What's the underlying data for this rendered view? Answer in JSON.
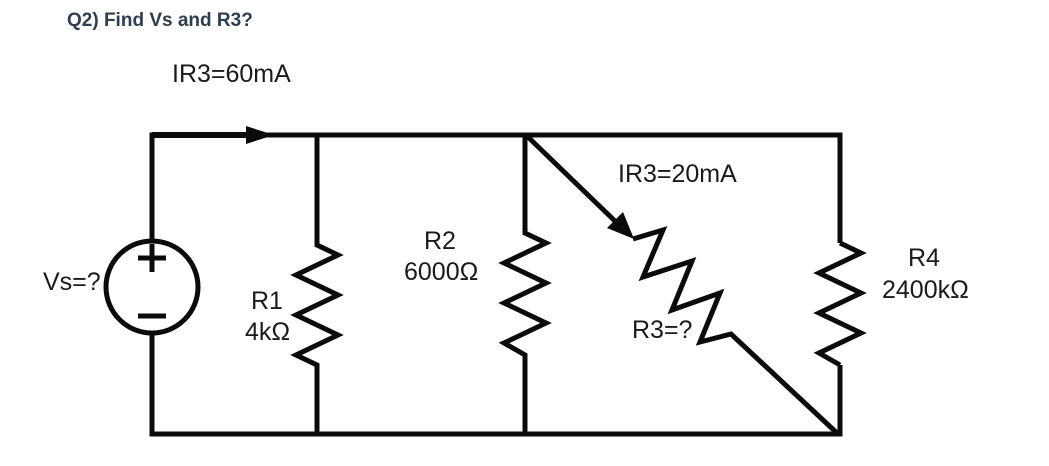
{
  "question": {
    "title": "Q2) Find Vs and R3?"
  },
  "circuit": {
    "annotations": {
      "source_current": "IR3=60mA",
      "r3_current": "IR3=20mA"
    },
    "voltage_source": {
      "label": "Vs=?",
      "polarity_top": "+",
      "polarity_bottom": "−"
    },
    "resistors": {
      "r1": {
        "name": "R1",
        "value": "4kΩ"
      },
      "r2": {
        "name": "R2",
        "value": "6000Ω"
      },
      "r3": {
        "name": "R3=?"
      },
      "r4": {
        "name": "R4",
        "value": "2400kΩ"
      }
    },
    "colors": {
      "wire": "#0b0b0b",
      "title_text": "#2d3e50",
      "label_text": "#1a1a1a",
      "background": "#ffffff"
    }
  }
}
